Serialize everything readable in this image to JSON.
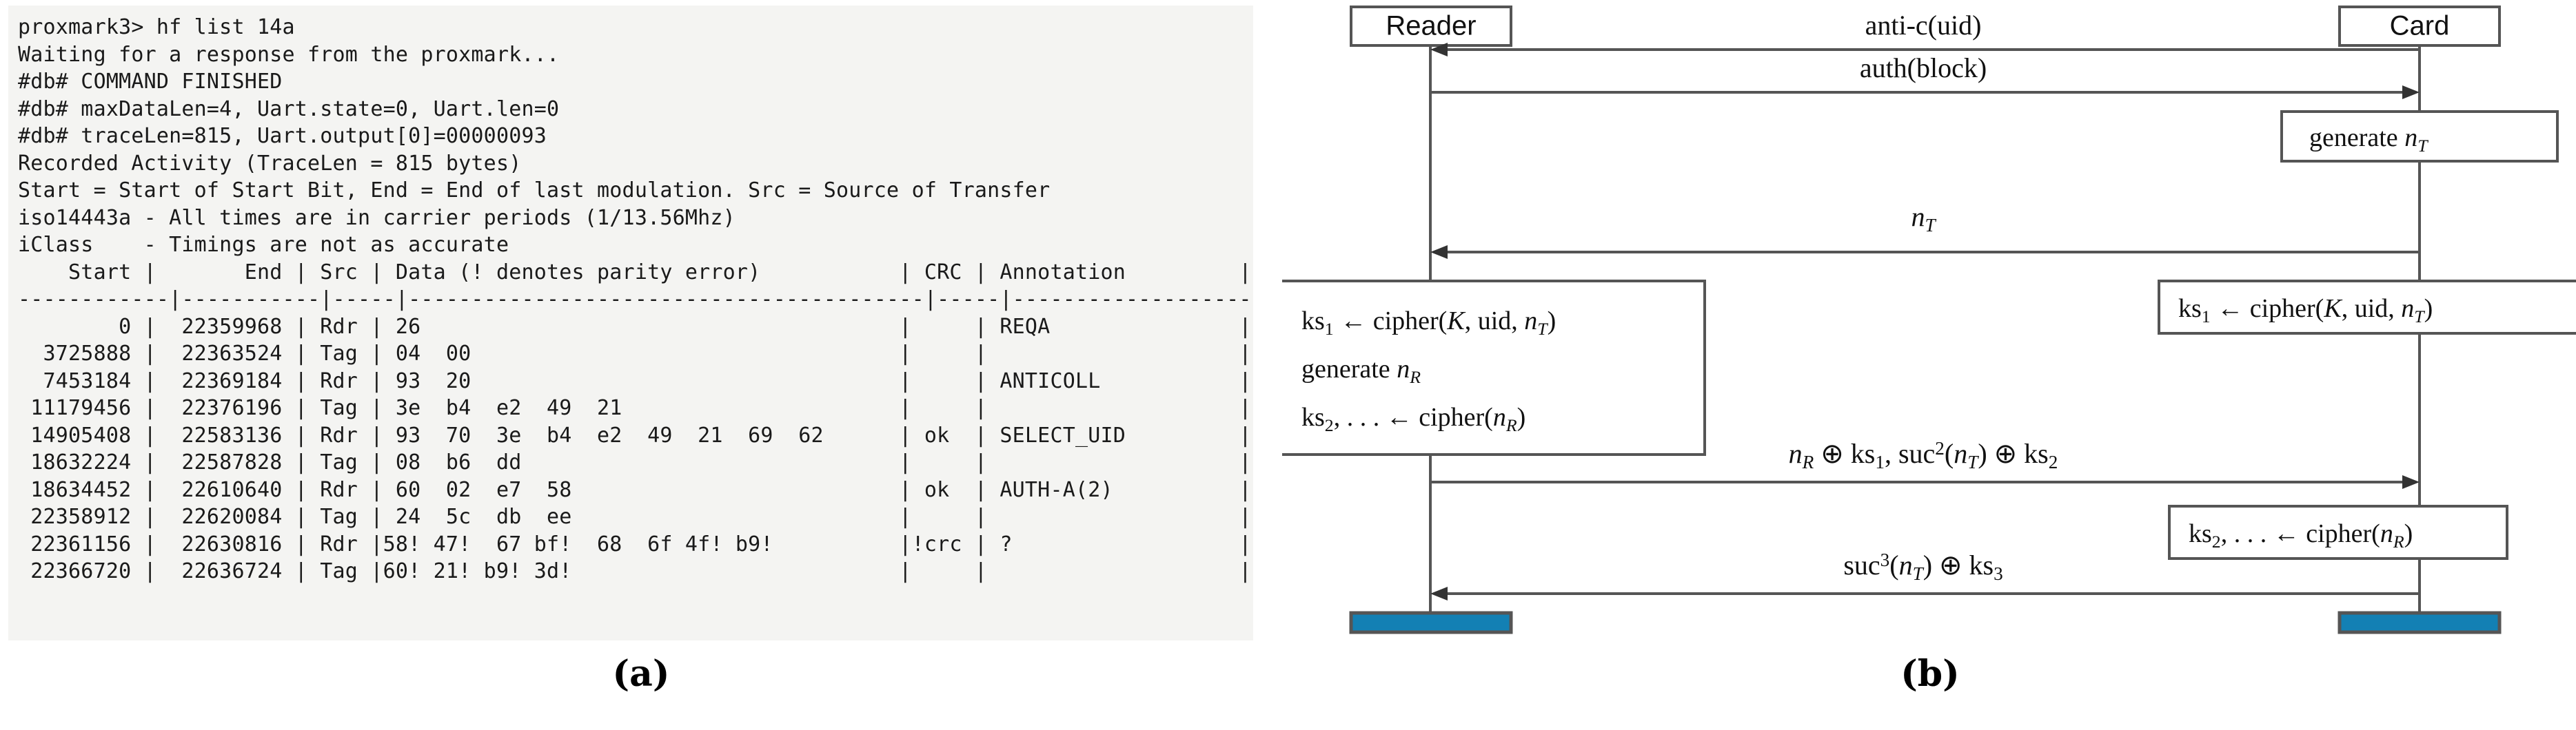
{
  "figure": {
    "caption_a": "(a)",
    "caption_b": "(b)"
  },
  "terminal": {
    "background_color": "#f4f4f2",
    "text_color": "#1a1a1a",
    "lines": [
      "proxmark3> hf list 14a",
      "Waiting for a response from the proxmark...",
      "#db# COMMAND FINISHED",
      "#db# maxDataLen=4, Uart.state=0, Uart.len=0",
      "#db# traceLen=815, Uart.output[0]=00000093",
      "Recorded Activity (TraceLen = 815 bytes)",
      "Start = Start of Start Bit, End = End of last modulation. Src = Source of Transfer",
      "iso14443a - All times are in carrier periods (1/13.56Mhz)",
      "iClass    - Timings are not as accurate",
      "    Start |       End | Src | Data (! denotes parity error)           | CRC | Annotation         |",
      "------------|-----------|-----|-----------------------------------------|-----|--------------------|",
      "        0 |  22359968 | Rdr | 26                                      |     | REQA               |",
      "  3725888 |  22363524 | Tag | 04  00                                  |     |                    |",
      "  7453184 |  22369184 | Rdr | 93  20                                  |     | ANTICOLL           |",
      " 11179456 |  22376196 | Tag | 3e  b4  e2  49  21                      |     |                    |",
      " 14905408 |  22583136 | Rdr | 93  70  3e  b4  e2  49  21  69  62      | ok  | SELECT_UID         |",
      " 18632224 |  22587828 | Tag | 08  b6  dd                              |     |                    |",
      " 18634452 |  22610640 | Rdr | 60  02  e7  58                          | ok  | AUTH-A(2)          |",
      " 22358912 |  22620084 | Tag | 24  5c  db  ee                          |     |                    |",
      " 22361156 |  22630816 | Rdr |58! 47!  67 bf!  68  6f 4f! b9!          |!crc | ?                  |",
      " 22366720 |  22636724 | Tag |60! 21! b9! 3d!                          |     |                    |"
    ],
    "command": "hf list 14a",
    "prompt": "proxmark3>",
    "trace_len_bytes": 815,
    "columns": [
      "Start",
      "End",
      "Src",
      "Data (! denotes parity error)",
      "CRC",
      "Annotation"
    ],
    "rows": [
      {
        "start": "0",
        "end": "22359968",
        "src": "Rdr",
        "data": "26",
        "crc": "",
        "annotation": "REQA"
      },
      {
        "start": "3725888",
        "end": "22363524",
        "src": "Tag",
        "data": "04  00",
        "crc": "",
        "annotation": ""
      },
      {
        "start": "7453184",
        "end": "22369184",
        "src": "Rdr",
        "data": "93  20",
        "crc": "",
        "annotation": "ANTICOLL"
      },
      {
        "start": "11179456",
        "end": "22376196",
        "src": "Tag",
        "data": "3e  b4  e2  49  21",
        "crc": "",
        "annotation": ""
      },
      {
        "start": "14905408",
        "end": "22583136",
        "src": "Rdr",
        "data": "93  70  3e  b4  e2  49  21  69  62",
        "crc": "ok",
        "annotation": "SELECT_UID"
      },
      {
        "start": "18632224",
        "end": "22587828",
        "src": "Tag",
        "data": "08  b6  dd",
        "crc": "",
        "annotation": ""
      },
      {
        "start": "18634452",
        "end": "22610640",
        "src": "Rdr",
        "data": "60  02  e7  58",
        "crc": "ok",
        "annotation": "AUTH-A(2)"
      },
      {
        "start": "22358912",
        "end": "22620084",
        "src": "Tag",
        "data": "24  5c  db  ee",
        "crc": "",
        "annotation": ""
      },
      {
        "start": "22361156",
        "end": "22630816",
        "src": "Rdr",
        "data": "58! 47!  67 bf!  68  6f 4f! b9!",
        "crc": "!crc",
        "annotation": "?"
      },
      {
        "start": "22366720",
        "end": "22636724",
        "src": "Tag",
        "data": "60! 21! b9! 3d!",
        "crc": "",
        "annotation": ""
      }
    ]
  },
  "sequence_diagram": {
    "colors": {
      "lifeline": "#555555",
      "box_border": "#555555",
      "box_fill": "#ffffff",
      "terminator_fill": "#1380b4",
      "terminator_border": "#555555",
      "text": "#111111"
    },
    "actors": [
      {
        "name": "Reader",
        "label": "Reader"
      },
      {
        "name": "Card",
        "label": "Card"
      }
    ],
    "messages": [
      {
        "id": "anti-c",
        "label": "anti-c(uid)",
        "from": "Card",
        "to": "Reader"
      },
      {
        "id": "auth",
        "label": "auth(block)",
        "from": "Reader",
        "to": "Card"
      },
      {
        "id": "nT",
        "label": "nT",
        "from": "Card",
        "to": "Reader"
      },
      {
        "id": "nR-ks1",
        "label": "nR ⊕ ks1, suc2(nT) ⊕ ks2",
        "from": "Reader",
        "to": "Card"
      },
      {
        "id": "suc3",
        "label": "suc3(nT) ⊕ ks3",
        "from": "Card",
        "to": "Reader"
      }
    ],
    "notes": [
      {
        "id": "reader-note",
        "side": "Reader",
        "lines": [
          "ks1 ← cipher(K, uid, nT)",
          "generate nR",
          "ks2,... ← cipher(nR)"
        ]
      },
      {
        "id": "card-generate-nt",
        "side": "Card",
        "lines": [
          "generate nT"
        ]
      },
      {
        "id": "card-ks1",
        "side": "Card",
        "lines": [
          "ks1 ← cipher(K, uid, nT)"
        ]
      },
      {
        "id": "card-ks2",
        "side": "Card",
        "lines": [
          "ks2,... ← cipher(nR)"
        ]
      }
    ]
  }
}
